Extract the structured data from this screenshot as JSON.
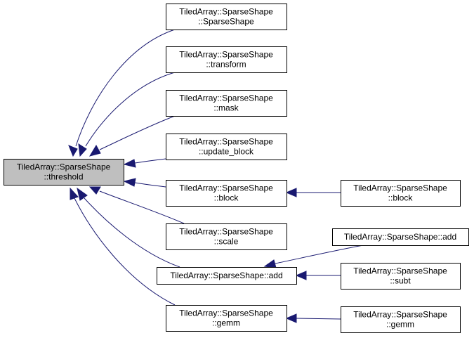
{
  "diagram": {
    "type": "call-graph",
    "title": "TiledArray::SparseShape::threshold",
    "colors": {
      "edge": "#191970",
      "focus_fill": "#bfbfbf",
      "node_fill": "#ffffff",
      "border": "#000000"
    },
    "nodes": [
      {
        "id": "threshold",
        "lines": [
          "TiledArray::SparseShape",
          "::threshold"
        ],
        "focus": true
      },
      {
        "id": "sparseshape",
        "lines": [
          "TiledArray::SparseShape",
          "::SparseShape"
        ]
      },
      {
        "id": "transform",
        "lines": [
          "TiledArray::SparseShape",
          "::transform"
        ]
      },
      {
        "id": "mask",
        "lines": [
          "TiledArray::SparseShape",
          "::mask"
        ]
      },
      {
        "id": "update_block",
        "lines": [
          "TiledArray::SparseShape",
          "::update_block"
        ]
      },
      {
        "id": "block",
        "lines": [
          "TiledArray::SparseShape",
          "::block"
        ]
      },
      {
        "id": "scale",
        "lines": [
          "TiledArray::SparseShape",
          "::scale"
        ]
      },
      {
        "id": "add",
        "lines": [
          "TiledArray::SparseShape::add"
        ]
      },
      {
        "id": "gemm",
        "lines": [
          "TiledArray::SparseShape",
          "::gemm"
        ]
      },
      {
        "id": "block2",
        "lines": [
          "TiledArray::SparseShape",
          "::block"
        ]
      },
      {
        "id": "add2",
        "lines": [
          "TiledArray::SparseShape::add"
        ]
      },
      {
        "id": "subt",
        "lines": [
          "TiledArray::SparseShape",
          "::subt"
        ]
      },
      {
        "id": "gemm2",
        "lines": [
          "TiledArray::SparseShape",
          "::gemm"
        ]
      }
    ],
    "edges": [
      {
        "from": "sparseshape",
        "to": "threshold"
      },
      {
        "from": "transform",
        "to": "threshold"
      },
      {
        "from": "mask",
        "to": "threshold"
      },
      {
        "from": "update_block",
        "to": "threshold"
      },
      {
        "from": "block",
        "to": "threshold"
      },
      {
        "from": "scale",
        "to": "threshold"
      },
      {
        "from": "add",
        "to": "threshold"
      },
      {
        "from": "gemm",
        "to": "threshold"
      },
      {
        "from": "block2",
        "to": "block"
      },
      {
        "from": "add2",
        "to": "add"
      },
      {
        "from": "subt",
        "to": "add"
      },
      {
        "from": "gemm2",
        "to": "gemm"
      }
    ]
  }
}
